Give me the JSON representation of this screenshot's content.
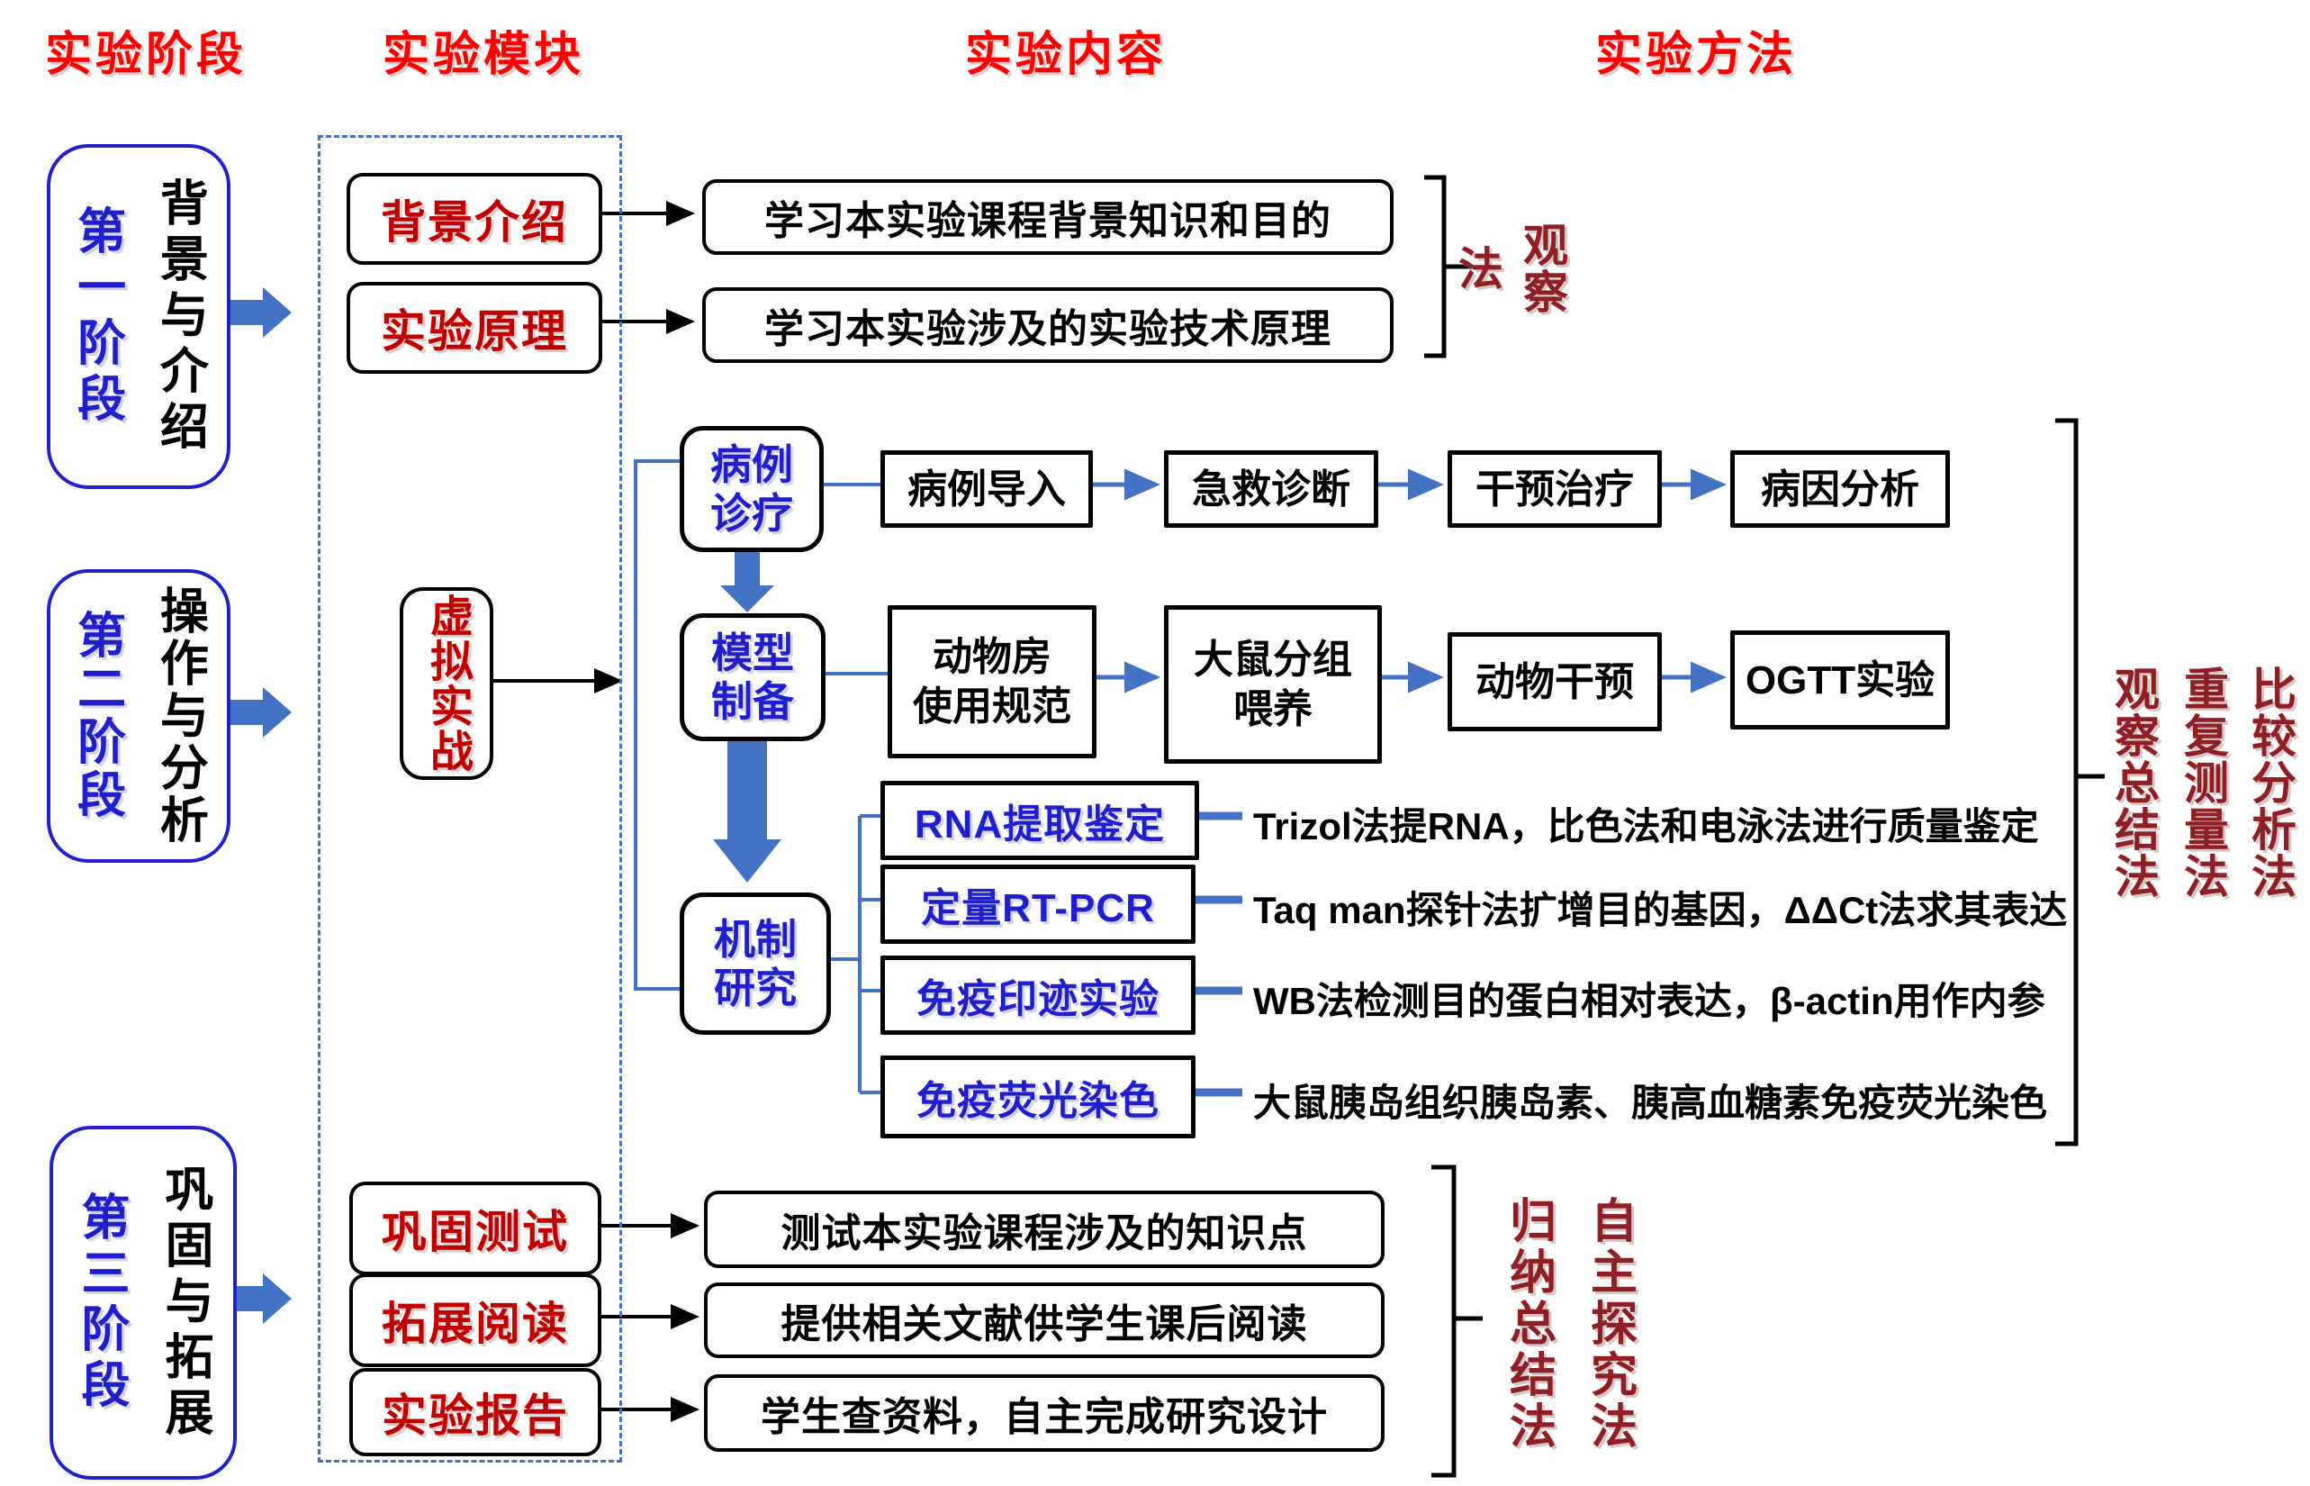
{
  "headers": {
    "stage": "实验阶段",
    "module": "实验模块",
    "content": "实验内容",
    "method": "实验方法"
  },
  "stages": [
    {
      "number": "第一阶段",
      "theme": "背景与介绍"
    },
    {
      "number": "第二阶段",
      "theme": "操作与分析"
    },
    {
      "number": "第三阶段",
      "theme": "巩固与拓展"
    }
  ],
  "phase1": {
    "modules": [
      {
        "label": "背景介绍",
        "content": "学习本实验课程背景知识和目的"
      },
      {
        "label": "实验原理",
        "content": "学习本实验涉及的实验技术原理"
      }
    ],
    "method": "观察法"
  },
  "phase2": {
    "module": "虚拟实战",
    "rows": [
      {
        "label": "病例\n诊疗",
        "steps": [
          "病例导入",
          "急救诊断",
          "干预治疗",
          "病因分析"
        ]
      },
      {
        "label": "模型\n制备",
        "steps": [
          "动物房\n使用规范",
          "大鼠分组\n喂养",
          "动物干预",
          "OGTT实验"
        ]
      },
      {
        "label": "机制\n研究"
      }
    ],
    "mechanism_items": [
      {
        "name": "RNA提取鉴定",
        "desc": "Trizol法提RNA，比色法和电泳法进行质量鉴定"
      },
      {
        "name": "定量RT-PCR",
        "desc": "Taq man探针法扩增目的基因，ΔΔCt法求其表达"
      },
      {
        "name": "免疫印迹实验",
        "desc": "WB法检测目的蛋白相对表达，β-actin用作内参"
      },
      {
        "name": "免疫荧光染色",
        "desc": "大鼠胰岛组织胰岛素、胰高血糖素免疫荧光染色"
      }
    ],
    "methods": [
      "观察总结法",
      "重复测量法",
      "比较分析法"
    ]
  },
  "phase3": {
    "modules": [
      {
        "label": "巩固测试",
        "content": "测试本实验课程涉及的知识点"
      },
      {
        "label": "拓展阅读",
        "content": "提供相关文献供学生课后阅读"
      },
      {
        "label": "实验报告",
        "content": "学生查资料，自主完成研究设计"
      }
    ],
    "methods": [
      "归纳总结法",
      "自主探究法"
    ]
  },
  "colors": {
    "header_red": "#FF0000",
    "module_red": "#C00000",
    "method_dark_red": "#8E2025",
    "text_blue": "#1F1FCC",
    "line_blue": "#4472C4",
    "stage_border_blue": "#2121C8"
  }
}
